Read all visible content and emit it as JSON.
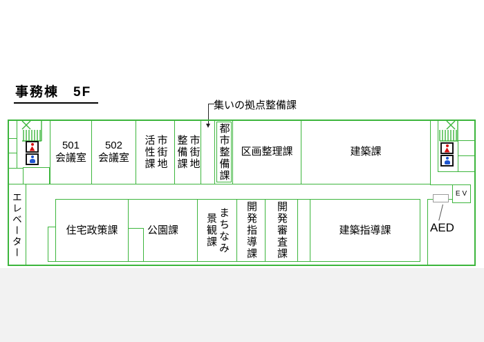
{
  "page": {
    "title": "事務棟　5F"
  },
  "annotation": {
    "label": "集いの拠点整備課"
  },
  "rooms": {
    "meeting_501": {
      "number": "501",
      "type": "会議室"
    },
    "meeting_502": {
      "number": "502",
      "type": "会議室"
    },
    "shigaichi_kassei": "市街地活性課",
    "shigaichi_seibi": "市街地整備課",
    "toshi_seibi": "都市整備課",
    "kukaku_seiri": "区画整理課",
    "kenchiku": "建築課",
    "jutaku_seisaku": "住宅政策課",
    "koen": "公園課",
    "machinami_keikan": "まちなみ景観課",
    "kaihatsu_shido": "開発指導課",
    "kaihatsu_shinsa": "開発審査課",
    "kenchiku_shido": "建築指導課"
  },
  "facilities": {
    "elevator": "エレベーター",
    "ev": "EV",
    "aed": "AED"
  },
  "icons": {
    "restroom_female": "female-restroom-icon",
    "restroom_male": "male-restroom-icon",
    "stairs": "stairs-icon"
  },
  "colors": {
    "wall": "#3bb53b",
    "female_icon": "#d40f0f",
    "male_icon": "#1f56cf",
    "aed_outline": "#9a9a9a",
    "text": "#000000"
  }
}
